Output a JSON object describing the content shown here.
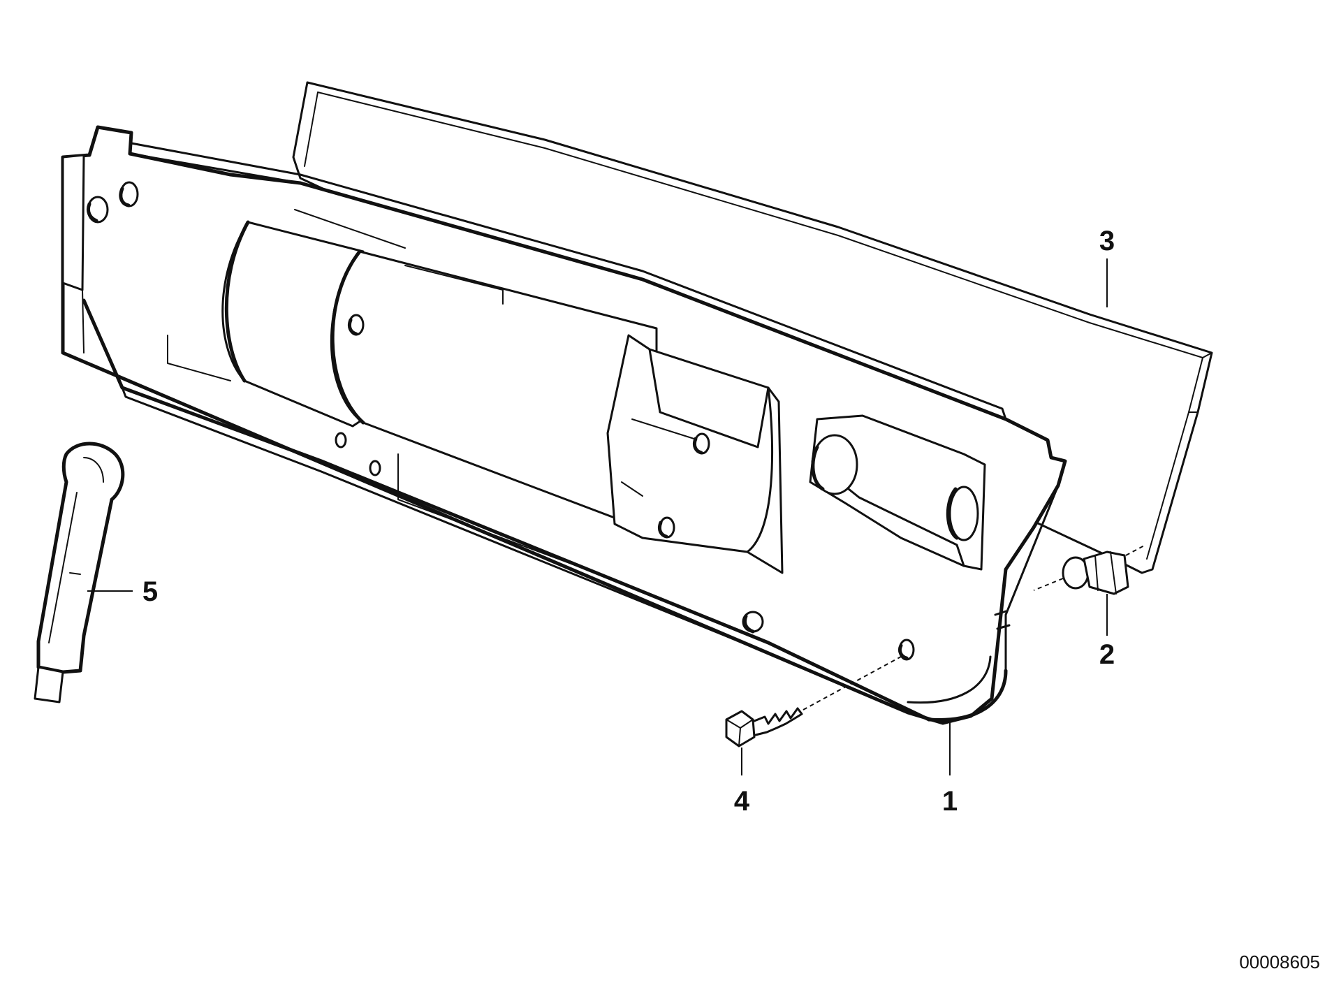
{
  "diagram": {
    "callouts": [
      {
        "id": "part-1",
        "label": "1"
      },
      {
        "id": "part-2",
        "label": "2"
      },
      {
        "id": "part-3",
        "label": "3"
      },
      {
        "id": "part-4",
        "label": "4"
      },
      {
        "id": "part-5",
        "label": "5"
      }
    ],
    "diagram_id": "00008605",
    "colors": {
      "ink": "#111111",
      "background": "#ffffff"
    }
  }
}
